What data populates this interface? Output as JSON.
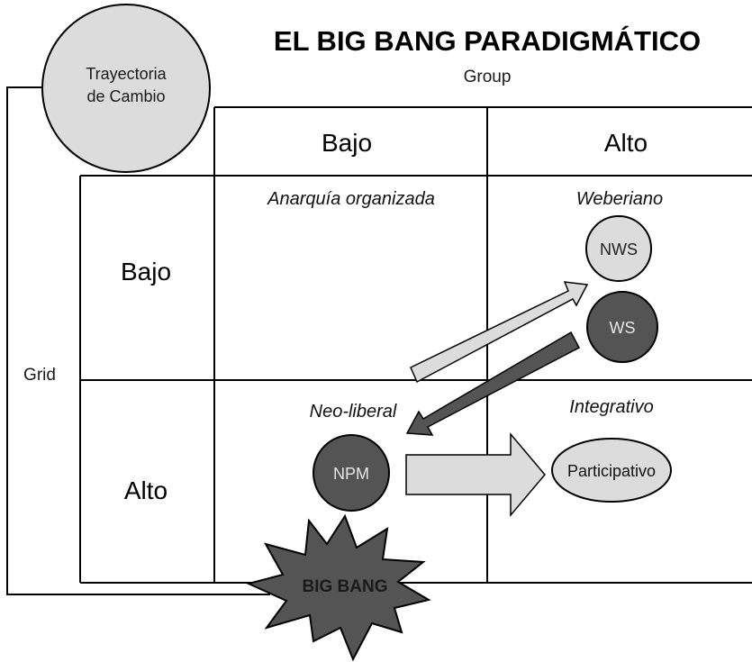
{
  "title": "EL BIG BANG PARADIGMÁTICO",
  "column_axis_label": "Group",
  "row_axis_label": "Grid",
  "column_headers": [
    "Bajo",
    "Alto"
  ],
  "row_headers": [
    "Bajo",
    "Alto"
  ],
  "quadrants": {
    "bajo_bajo": "Anarquía organizada",
    "bajo_alto": "Weberiano",
    "alto_bajo": "Neo-liberal",
    "alto_alto": "Integrativo"
  },
  "nodes": {
    "trajectory": [
      "Trayectoria",
      "de Cambio"
    ],
    "nws": "NWS",
    "ws": "WS",
    "npm": "NPM",
    "participativo": "Participativo",
    "big_bang": "BIG BANG"
  },
  "colors": {
    "light_fill": "#dcdcdc",
    "dark_fill": "#545454",
    "line": "#000000"
  }
}
